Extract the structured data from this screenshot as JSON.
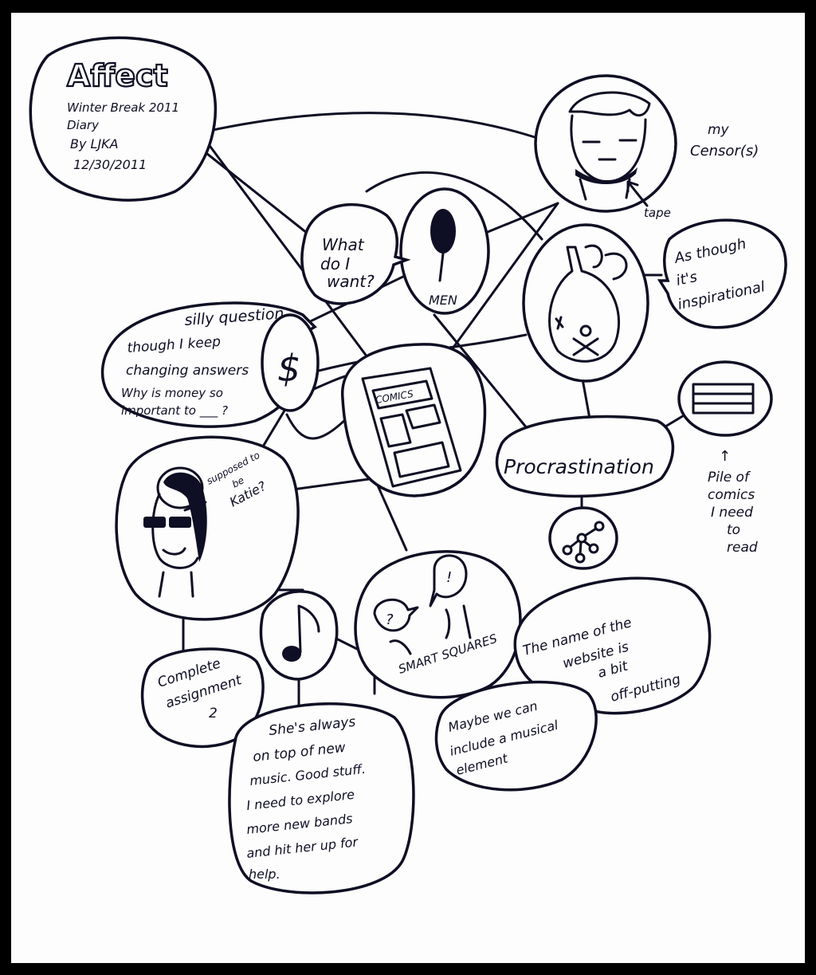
{
  "header": {
    "title": "Affect",
    "subtitle": "Winter Break 2011",
    "diary": "Diary",
    "author": "By LJKA",
    "date": "12/30/2011"
  },
  "labels": {
    "censor": [
      "my",
      "Censor(s)"
    ],
    "tape": "tape",
    "what_want": [
      "What",
      "do I",
      "want?"
    ],
    "men": "MEN",
    "inspirational": [
      "As though",
      "it's",
      "inspirational"
    ],
    "silly": [
      "silly question,",
      "though I keep",
      "changing answers",
      "Why is money so",
      "important to ___ ?"
    ],
    "dollar": "$",
    "comics": "COMICS",
    "procrastination": "Procrastination",
    "pile": [
      "↑",
      "Pile of",
      "comics",
      "I need",
      "to",
      "read"
    ],
    "katie": [
      "supposed to",
      "be",
      "Katie?"
    ],
    "smart_squares": "SMART SQUARES",
    "question_mark": "?",
    "exclaim": "!",
    "website": [
      "The name of the",
      "website is",
      "a bit",
      "off-putting"
    ],
    "complete": [
      "Complete",
      "assignment",
      "2"
    ],
    "musical": [
      "Maybe we can",
      "include a musical",
      "element"
    ],
    "music_note": [
      "She's always",
      "on top of new",
      "music. Good stuff.",
      "I need to explore",
      "more new bands",
      "and hit her up for",
      "help."
    ]
  },
  "colors": {
    "ink": "#0e0e24",
    "paper": "#fdfdfd",
    "frame": "#000000"
  }
}
